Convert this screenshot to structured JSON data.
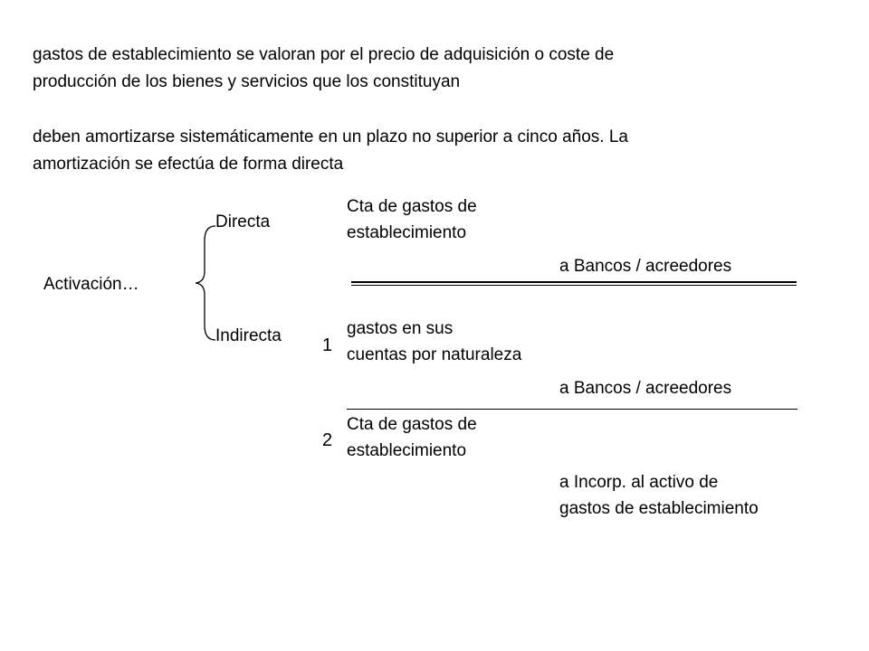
{
  "intro": {
    "paragraph1_line1": "gastos de establecimiento se valoran por el precio de adquisición o coste de",
    "paragraph1_line2": "producción de los bienes y servicios que los constituyan",
    "paragraph2_line1": "deben amortizarse sistemáticamente en un plazo no superior a cinco años. La",
    "paragraph2_line2": "amortización se efectúa de forma directa"
  },
  "diagram": {
    "root_label": "Activación…",
    "branches": {
      "direct": "Directa",
      "indirect": "Indirecta"
    },
    "direct_entry": {
      "debit_line1": "Cta de gastos de",
      "debit_line2": "establecimiento",
      "credit": "a Bancos / acreedores"
    },
    "indirect_step1": {
      "number": "1",
      "debit_line1": "gastos en sus",
      "debit_line2": "cuentas por naturaleza",
      "credit": "a Bancos / acreedores"
    },
    "indirect_step2": {
      "number": "2",
      "debit_line1": "Cta de gastos de",
      "debit_line2": "establecimiento",
      "credit_line1": "a Incorp. al activo de",
      "credit_line2": "gastos de establecimiento"
    }
  }
}
